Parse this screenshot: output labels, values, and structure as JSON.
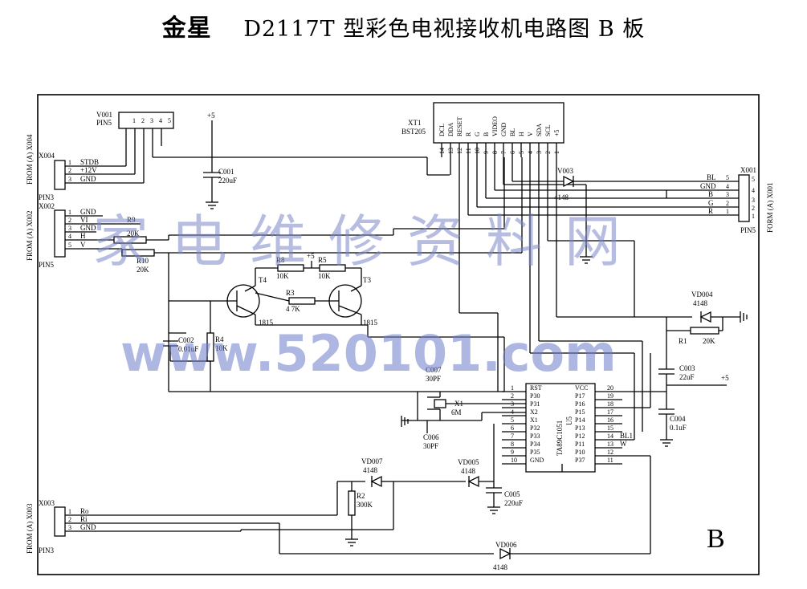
{
  "title": {
    "brand": "金星",
    "text": "D2117T 型彩色电视接收机电路图 B 板"
  },
  "board_letter": "B",
  "watermark": {
    "cn": "家电维修资料网",
    "url": "www.520101.com"
  },
  "connectors": {
    "v001": {
      "name": "V001",
      "pins_label": "PIN5",
      "pins": [
        "1",
        "2",
        "3",
        "4",
        "5"
      ]
    },
    "x004": {
      "name": "X004",
      "from": "FROM (A) X004",
      "pins_label": "PIN3",
      "pins": [
        {
          "n": "1",
          "sig": "STDB"
        },
        {
          "n": "2",
          "sig": "+12V"
        },
        {
          "n": "3",
          "sig": "GND"
        }
      ]
    },
    "x002": {
      "name": "X002",
      "from": "FROM (A) X002",
      "pins_label": "PIN5",
      "pins": [
        {
          "n": "1",
          "sig": "GND"
        },
        {
          "n": "2",
          "sig": "VI"
        },
        {
          "n": "3",
          "sig": "GND"
        },
        {
          "n": "4",
          "sig": "H"
        },
        {
          "n": "5",
          "sig": "V"
        }
      ]
    },
    "x003": {
      "name": "X003",
      "from": "FROM (A) X003",
      "pins_label": "PIN3",
      "pins": [
        {
          "n": "1",
          "sig": "Ro"
        },
        {
          "n": "2",
          "sig": "Ri"
        },
        {
          "n": "3",
          "sig": "GND"
        }
      ]
    },
    "x001": {
      "name": "X001",
      "from": "FORM (A) X001",
      "pins_label": "PIN5",
      "pins": [
        {
          "n": "5",
          "sig": "BL"
        },
        {
          "n": "4",
          "sig": "GND"
        },
        {
          "n": "3",
          "sig": "B"
        },
        {
          "n": "2",
          "sig": "G"
        },
        {
          "n": "1",
          "sig": "R"
        }
      ]
    },
    "xt1": {
      "name": "XT1",
      "part": "BST205",
      "signals": [
        "DCL",
        "DDA",
        "RESET",
        "R",
        "G",
        "B",
        "VIDEO",
        "GND",
        "BL",
        "H",
        "V",
        "SDA",
        "SCL",
        "+5"
      ],
      "pins": [
        "14",
        "13",
        "12",
        "11",
        "10",
        "9",
        "8",
        "7",
        "6",
        "5",
        "4",
        "3",
        "2",
        "1"
      ]
    }
  },
  "components": {
    "c001": {
      "ref": "C001",
      "val": "220uF"
    },
    "c002": {
      "ref": "C002",
      "val": "0.01uF"
    },
    "c003": {
      "ref": "C003",
      "val": "22uF"
    },
    "c004": {
      "ref": "C004",
      "val": "0.1uF"
    },
    "c005": {
      "ref": "C005",
      "val": "220uF"
    },
    "c006": {
      "ref": "C006",
      "val": "30PF"
    },
    "c007": {
      "ref": "C007",
      "val": "30PF"
    },
    "r1": {
      "ref": "R1",
      "val": "20K"
    },
    "r2": {
      "ref": "R2",
      "val": "300K"
    },
    "r3": {
      "ref": "R3",
      "val": "4 7K"
    },
    "r4": {
      "ref": "R4",
      "val": "10K"
    },
    "r5": {
      "ref": "R5",
      "val": "10K"
    },
    "r8": {
      "ref": "R8",
      "val": "10K"
    },
    "r9": {
      "ref": "R9",
      "val": "20K"
    },
    "r10": {
      "ref": "R10",
      "val": "20K"
    },
    "t3": {
      "ref": "T3",
      "val": "1815"
    },
    "t4": {
      "ref": "T4",
      "val": "1815"
    },
    "x1": {
      "ref": "X1",
      "val": "6M"
    },
    "v003": {
      "ref": "V003",
      "val": "4148"
    },
    "vd004": {
      "ref": "VD004",
      "val": "4148"
    },
    "vd005": {
      "ref": "VD005",
      "val": "4148"
    },
    "vd006": {
      "ref": "VD006",
      "val": "4148"
    },
    "vd007": {
      "ref": "VD007",
      "val": "4148"
    },
    "plus5": "+5"
  },
  "ic": {
    "ref": "U5",
    "part": "TA89C1051",
    "left_pins": [
      {
        "n": "1",
        "lbl": "RST"
      },
      {
        "n": "2",
        "lbl": "P30"
      },
      {
        "n": "3",
        "lbl": "P31"
      },
      {
        "n": "4",
        "lbl": "X2"
      },
      {
        "n": "5",
        "lbl": "X1"
      },
      {
        "n": "6",
        "lbl": "P32"
      },
      {
        "n": "7",
        "lbl": "P33"
      },
      {
        "n": "8",
        "lbl": "P34"
      },
      {
        "n": "9",
        "lbl": "P35"
      },
      {
        "n": "10",
        "lbl": "GND"
      }
    ],
    "right_pins": [
      {
        "n": "20",
        "lbl": "VCC"
      },
      {
        "n": "19",
        "lbl": "P17"
      },
      {
        "n": "18",
        "lbl": "P16"
      },
      {
        "n": "17",
        "lbl": "P15"
      },
      {
        "n": "16",
        "lbl": "P14"
      },
      {
        "n": "15",
        "lbl": "P13"
      },
      {
        "n": "14",
        "lbl": "P12"
      },
      {
        "n": "13",
        "lbl": "P11"
      },
      {
        "n": "12",
        "lbl": "P10"
      },
      {
        "n": "11",
        "lbl": "P37"
      }
    ],
    "net_bl1": "BL1",
    "net_w": "W"
  }
}
